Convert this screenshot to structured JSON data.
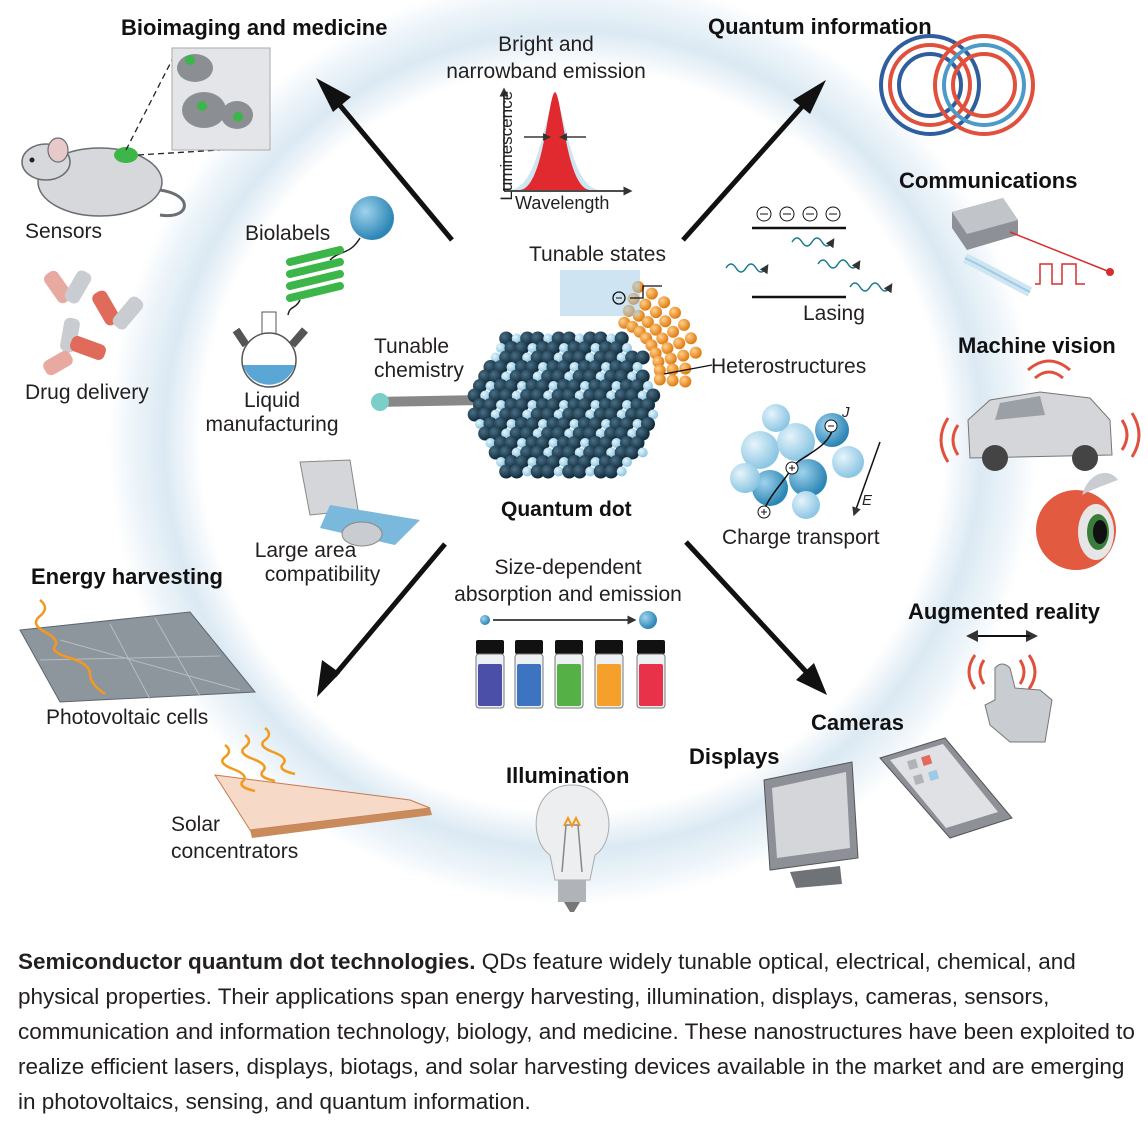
{
  "headings": {
    "bioimaging": "Bioimaging and medicine",
    "quantum_info": "Quantum  information",
    "communications": "Communications",
    "machine_vision": "Machine vision",
    "augmented_reality": "Augmented reality",
    "energy_harvesting": "Energy harvesting",
    "cameras": "Cameras",
    "displays": "Displays",
    "illumination": "Illumination"
  },
  "labels": {
    "sensors": "Sensors",
    "drug_delivery": "Drug delivery",
    "biolabels": "Biolabels",
    "liquid_manufacturing": [
      "Liquid",
      "manufacturing"
    ],
    "tunable_chemistry": [
      "Tunable",
      "chemistry"
    ],
    "large_area": [
      "Large area",
      "compatibility"
    ],
    "photovoltaic": "Photovoltaic cells",
    "solar_concentrators": [
      "Solar",
      "concentrators"
    ],
    "bright_emission": [
      "Bright and",
      "narrowband emission"
    ],
    "luminescence_axis": "Luminescence",
    "wavelength_axis": "Wavelength",
    "tunable_states": "Tunable states",
    "lasing": "Lasing",
    "heterostructures": "Heterostructures",
    "quantum_dot": "Quantum dot",
    "charge_transport": "Charge transport",
    "j_symbol": "J",
    "e_symbol": "E",
    "size_dependent": [
      "Size-dependent",
      "absorption and emission"
    ]
  },
  "vial_colors": [
    "#4b4fa8",
    "#3c74c2",
    "#55b045",
    "#f4a02a",
    "#e8324a"
  ],
  "caption": {
    "bold": "Semiconductor quantum dot technologies.",
    "text": " QDs feature widely tunable optical, electrical, chemical, and physical properties. Their applications span energy harvesting, illumination, displays, cameras, sensors, communication and information technology, biology, and medicine. These nanostructures have been exploited to realize efficient lasers, displays, biotags, and solar harvesting devices available in the market and are emerging in photovoltaics, sensing, and quantum information."
  }
}
